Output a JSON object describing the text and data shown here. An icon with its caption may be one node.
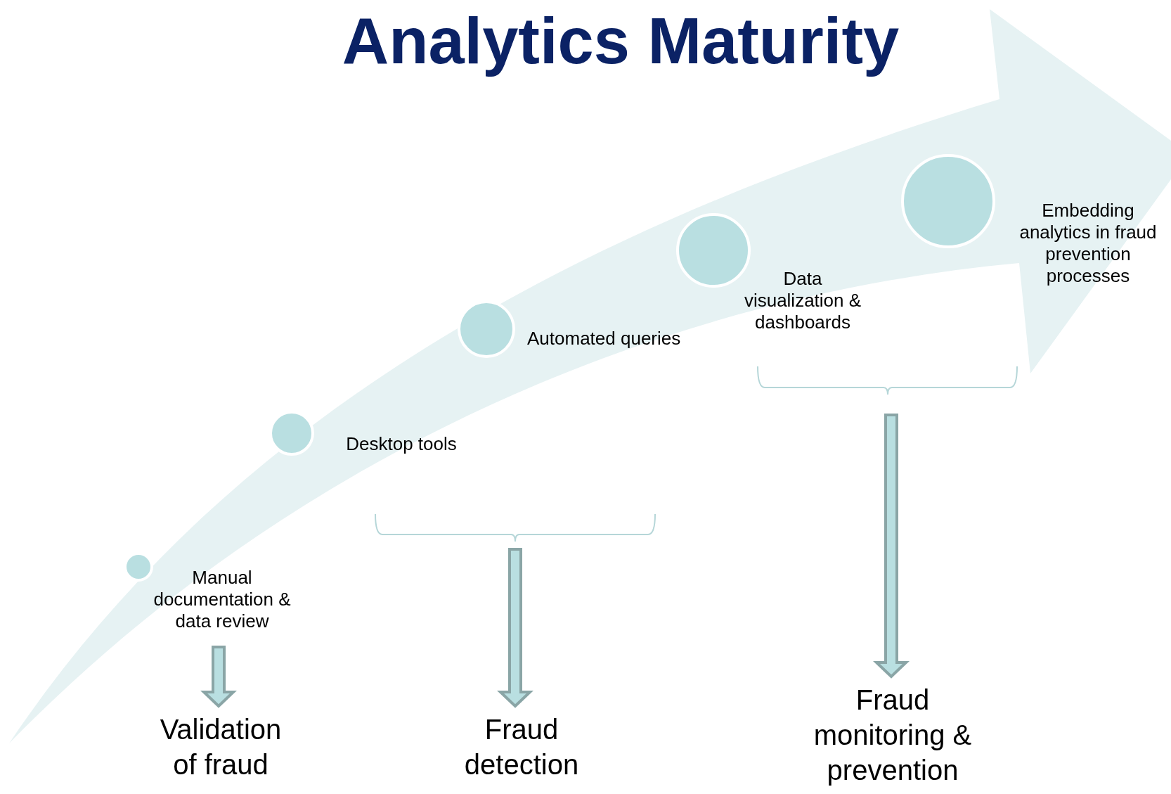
{
  "diagram": {
    "title": "Analytics Maturity",
    "nodes": [
      {
        "text": [],
        "shape": "circle",
        "beside": [
          "Manual documentation & data review"
        ]
      },
      {
        "text": [],
        "shape": "circle",
        "beside": [
          "Desktop tools"
        ]
      },
      {
        "text": [],
        "shape": "circle",
        "beside": [
          "Automated queries"
        ]
      },
      {
        "text": [],
        "shape": "circle",
        "beside": [
          "Data visualization & dashboards"
        ]
      },
      {
        "text": [],
        "shape": "circle",
        "beside": [
          "Embedding analytics in fraud prevention processes"
        ]
      },
      {
        "text": [
          "Validation of fraud"
        ]
      },
      {
        "text": [
          "Fraud detection"
        ]
      },
      {
        "text": [
          "Fraud monitoring & prevention"
        ]
      }
    ],
    "edges": [
      {
        "from": null,
        "to": 5,
        "arrow": "to",
        "style": "thick"
      },
      {
        "from": null,
        "to": 6,
        "arrow": "to",
        "style": "thick"
      },
      {
        "from": null,
        "to": 7,
        "arrow": "to",
        "style": "thick"
      }
    ]
  }
}
